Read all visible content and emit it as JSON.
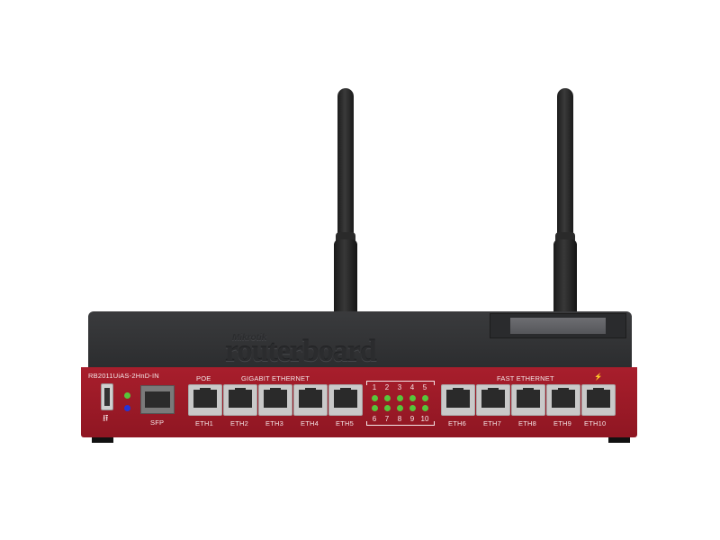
{
  "device": {
    "model_label": "RB2011UiAS-2HnD-IN",
    "brand_small": "Mikrotik",
    "brand_logo": "routerboard",
    "poe_label": "POE",
    "gigabit_label": "GIGABIT ETHERNET",
    "fast_label": "FAST ETHERNET",
    "sfp_label": "SFP",
    "usb_icon": "usb-icon",
    "eth_ports": [
      "ETH1",
      "ETH2",
      "ETH3",
      "ETH4",
      "ETH5",
      "ETH6",
      "ETH7",
      "ETH8",
      "ETH9",
      "ETH10"
    ],
    "led_top": [
      "1",
      "2",
      "3",
      "4",
      "5"
    ],
    "led_bottom": [
      "6",
      "7",
      "8",
      "9",
      "10"
    ],
    "colors": {
      "chassis_red": "#a81e2c",
      "lid_dark": "#2f3032",
      "led_green": "#58c53a",
      "led_blue": "#2434d8"
    }
  }
}
